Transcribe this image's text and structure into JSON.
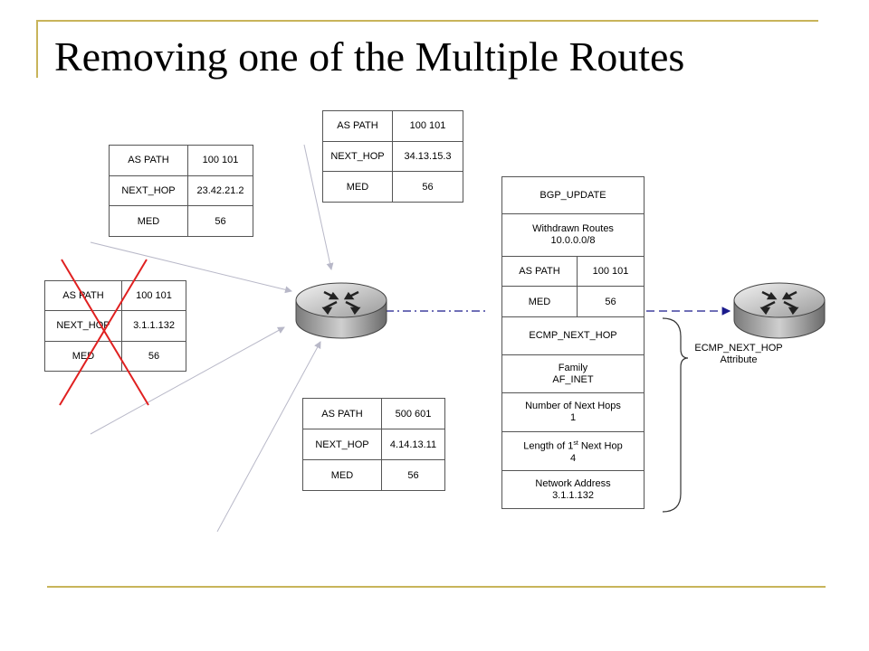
{
  "slide": {
    "title": "Removing one of the Multiple Routes",
    "accent_color": "#c8b45a"
  },
  "route_tables": [
    {
      "name": "route-top-center",
      "rows": [
        {
          "attr": "AS PATH",
          "value": "100  101"
        },
        {
          "attr": "NEXT_HOP",
          "value": "34.13.15.3"
        },
        {
          "attr": "MED",
          "value": "56"
        }
      ]
    },
    {
      "name": "route-top-left",
      "rows": [
        {
          "attr": "AS PATH",
          "value": "100  101"
        },
        {
          "attr": "NEXT_HOP",
          "value": "23.42.21.2"
        },
        {
          "attr": "MED",
          "value": "56"
        }
      ]
    },
    {
      "name": "route-removed",
      "removed": true,
      "rows": [
        {
          "attr": "AS PATH",
          "value": "100  101"
        },
        {
          "attr": "NEXT_HOP",
          "value": "3.1.1.132"
        },
        {
          "attr": "MED",
          "value": "56"
        }
      ]
    },
    {
      "name": "route-bottom",
      "rows": [
        {
          "attr": "AS PATH",
          "value": "500  601"
        },
        {
          "attr": "NEXT_HOP",
          "value": "4.14.13.11"
        },
        {
          "attr": "MED",
          "value": "56"
        }
      ]
    }
  ],
  "bgp_update": {
    "header": "BGP_UPDATE",
    "withdrawn_label": "Withdrawn Routes",
    "withdrawn_value": "10.0.0.0/8",
    "as_path_label": "AS PATH",
    "as_path_value": "100 101",
    "med_label": "MED",
    "med_value": "56",
    "ecmp_label": "ECMP_NEXT_HOP",
    "family_label": "Family",
    "family_value": "AF_INET",
    "num_hops_label": "Number of Next Hops",
    "num_hops_value": "1",
    "length_label_pre": "Length of 1",
    "length_label_sup": "st",
    "length_label_post": " Next Hop",
    "length_value": "4",
    "network_label": "Network Address",
    "network_value": "3.1.1.132"
  },
  "attribute_label": {
    "line1": "ECMP_NEXT_HOP",
    "line2": "Attribute"
  },
  "colors": {
    "cross": "#e02020",
    "arrow_gray": "#b8b8c8",
    "arrow_dashed": "#1a1a8c"
  },
  "icons": [
    "router-icon",
    "router-icon"
  ]
}
